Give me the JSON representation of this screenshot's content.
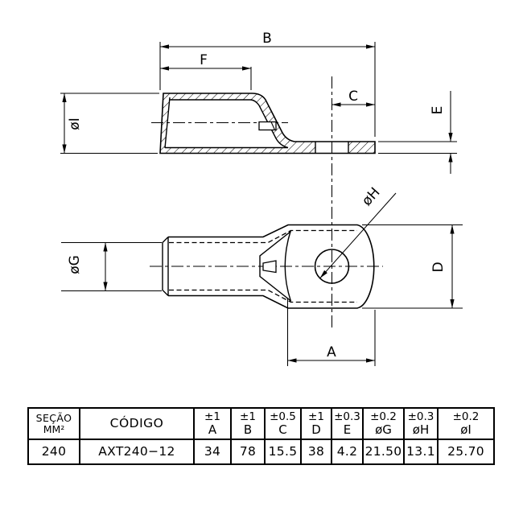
{
  "drawing": {
    "labels": {
      "a": "A",
      "b": "B",
      "c": "C",
      "d": "D",
      "e": "E",
      "f": "F",
      "g": "øG",
      "h": "øH",
      "i": "øI"
    }
  },
  "table": {
    "headers": {
      "secao_line1": "SEÇÃO",
      "secao_line2": "MM²",
      "codigo": "CÓDIGO"
    },
    "columns": [
      {
        "tolerance": "±1",
        "label": "A"
      },
      {
        "tolerance": "±1",
        "label": "B"
      },
      {
        "tolerance": "±0.5",
        "label": "C"
      },
      {
        "tolerance": "±1",
        "label": "D"
      },
      {
        "tolerance": "±0.3",
        "label": "E"
      },
      {
        "tolerance": "±0.2",
        "label": "øG"
      },
      {
        "tolerance": "±0.3",
        "label": "øH"
      },
      {
        "tolerance": "±0.2",
        "label": "øI"
      }
    ],
    "row": {
      "secao": "240",
      "codigo": "AXT240−12",
      "values": [
        "34",
        "78",
        "15.5",
        "38",
        "4.2",
        "21.50",
        "13.1",
        "25.70"
      ]
    }
  },
  "colors": {
    "line": "#000000",
    "background": "#ffffff"
  }
}
